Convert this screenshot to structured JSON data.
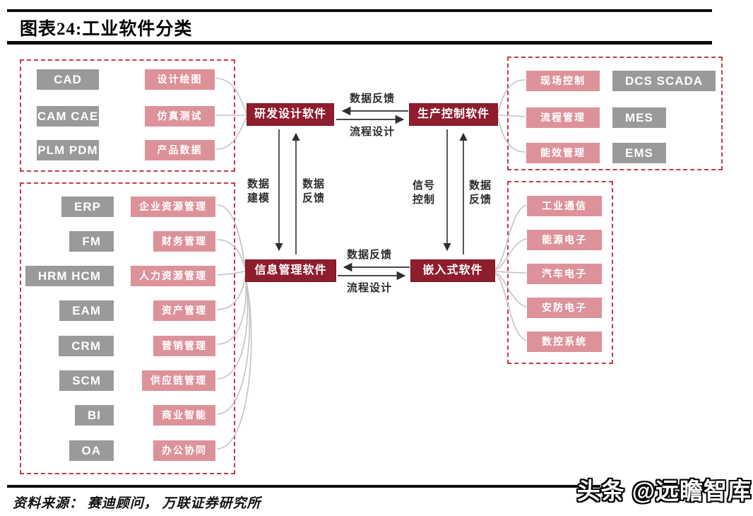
{
  "page": {
    "title": "图表24:工业软件分类",
    "source_note": "资料来源： 赛迪顾问， 万联证券研究所",
    "watermark": "头条 @远瞻智库"
  },
  "colors": {
    "hub_bg": "#8e1d2e",
    "pink_chip": "#dd929a",
    "gray_chip": "#9a9a9a",
    "dashed_border": "#c13b49",
    "connector": "#c3c3c3",
    "arrow": "#2e2e2e"
  },
  "hubs": {
    "rnd": "研发设计软件",
    "production": "生产控制软件",
    "info": "信息管理软件",
    "embedded": "嵌入式软件"
  },
  "flow_labels": {
    "top_feedback": "数据反馈",
    "top_process": "流程设计",
    "bottom_feedback": "数据反馈",
    "bottom_process": "流程设计",
    "left_down": "数据建模",
    "left_up": "数据反馈",
    "right_down": "信号控制",
    "right_up": "数据反馈"
  },
  "quadrants": {
    "top_left": {
      "rows": [
        {
          "code": "CAD",
          "label": "设计绘图"
        },
        {
          "code": "CAM CAE",
          "label": "仿真测试"
        },
        {
          "code": "PLM PDM",
          "label": "产品数据"
        }
      ]
    },
    "top_right": {
      "rows": [
        {
          "label": "现场控制",
          "code": "DCS SCADA"
        },
        {
          "label": "流程管理",
          "code": "MES"
        },
        {
          "label": "能效管理",
          "code": "EMS"
        }
      ]
    },
    "bottom_left": {
      "rows": [
        {
          "code": "ERP",
          "label": "企业资源管理"
        },
        {
          "code": "FM",
          "label": "财务管理"
        },
        {
          "code": "HRM HCM",
          "label": "人力资源管理"
        },
        {
          "code": "EAM",
          "label": "资产管理"
        },
        {
          "code": "CRM",
          "label": "营销管理"
        },
        {
          "code": "SCM",
          "label": "供应链管理"
        },
        {
          "code": "BI",
          "label": "商业智能"
        },
        {
          "code": "OA",
          "label": "办公协同"
        }
      ]
    },
    "bottom_right": {
      "rows": [
        {
          "label": "工业通信"
        },
        {
          "label": "能源电子"
        },
        {
          "label": "汽车电子"
        },
        {
          "label": "安防电子"
        },
        {
          "label": "数控系统"
        }
      ]
    }
  }
}
